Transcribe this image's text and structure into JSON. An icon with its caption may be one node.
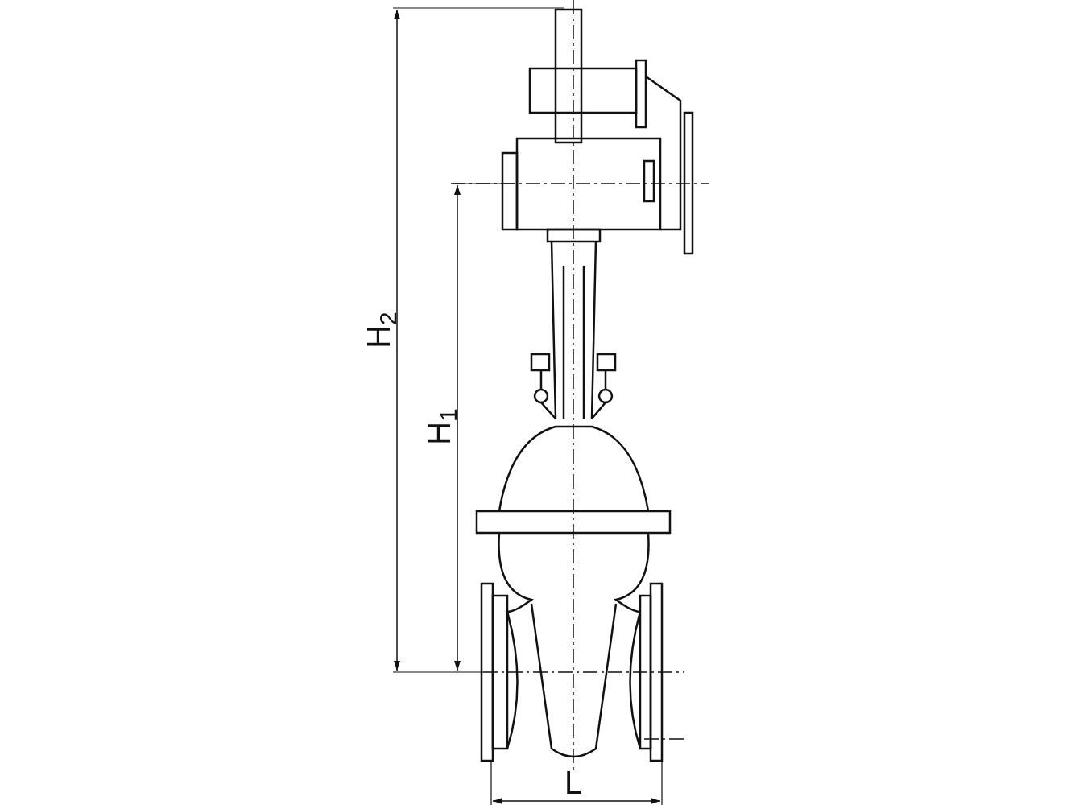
{
  "diagram": {
    "labels": [
      "H$_{2}$",
      "H$_{1}$",
      "L"
    ]
  }
}
